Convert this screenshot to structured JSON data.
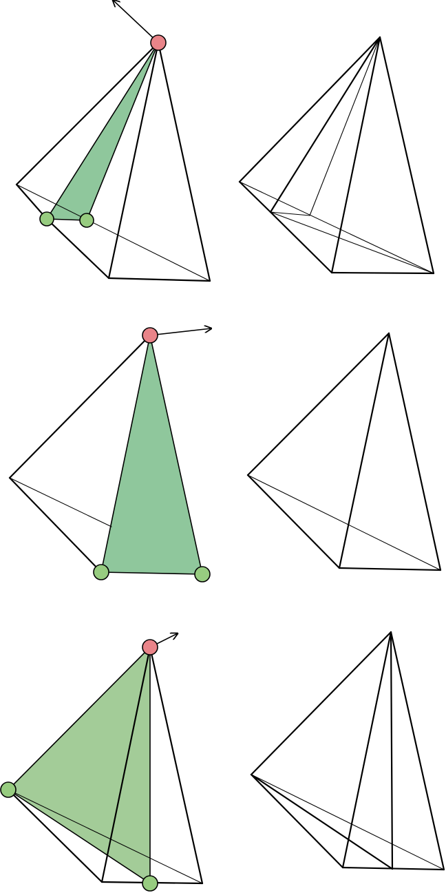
{
  "colors": {
    "background": "#ffffff",
    "line": "#000000",
    "selected_face_fill": "#8fc79c",
    "selected_face_fill_alt": "#a3cc98",
    "apex_handle_fill": "#e98489",
    "base_handle_fill": "#97cc80"
  },
  "panels": [
    {
      "row": 1,
      "side": "left",
      "state": "face selected, drag apex",
      "shaded_faces": 1,
      "base_handles": 2,
      "apex_handles": 1
    },
    {
      "row": 1,
      "side": "right",
      "state": "result",
      "shaded_faces": 0
    },
    {
      "row": 2,
      "side": "left",
      "state": "face selected, drag apex",
      "shaded_faces": 1,
      "base_handles": 2,
      "apex_handles": 1
    },
    {
      "row": 2,
      "side": "right",
      "state": "result",
      "shaded_faces": 0
    },
    {
      "row": 3,
      "side": "left",
      "state": "face selected, drag apex",
      "shaded_faces": 1,
      "base_handles": 2,
      "apex_handles": 1
    },
    {
      "row": 3,
      "side": "right",
      "state": "result",
      "shaded_faces": 0
    }
  ]
}
